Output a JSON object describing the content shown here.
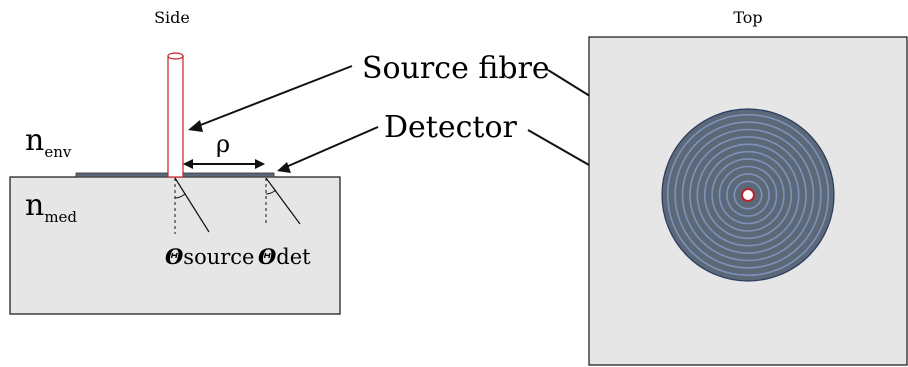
{
  "views": {
    "side_title": "Side",
    "top_title": "Top"
  },
  "labels": {
    "source_fibre": "Source fibre",
    "detector": "Detector",
    "rho": "ρ",
    "n_env_main": "n",
    "n_env_sub": "env",
    "n_med_main": "n",
    "n_med_sub": "med",
    "theta_symbol": "Θ",
    "theta_source_sub": "source",
    "theta_det_sub": "det"
  },
  "colors": {
    "medium_fill": "#e6e6e6",
    "detector_fill": "#5a6878",
    "detector_ring_line": "#7f91b8",
    "fibre_stroke": "#c0202a",
    "outline": "#111111"
  },
  "detector_rings": 10
}
